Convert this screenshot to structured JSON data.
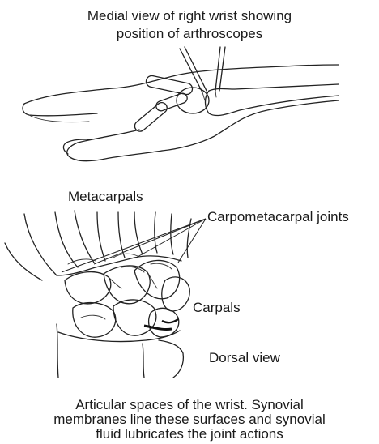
{
  "figure": {
    "top_caption_line1": "Medial view of right wrist showing",
    "top_caption_line2": "position of arthroscopes",
    "label_metacarpals": "Metacarpals",
    "label_cmc_joints": "Carpometacarpal joints",
    "label_carpals": "Carpals",
    "label_dorsal_view": "Dorsal view",
    "bottom_caption_line1": "Articular spaces of the wrist. Synovial",
    "bottom_caption_line2": "membranes line these surfaces and synovial",
    "bottom_caption_line3": "fluid lubricates the joint actions"
  }
}
